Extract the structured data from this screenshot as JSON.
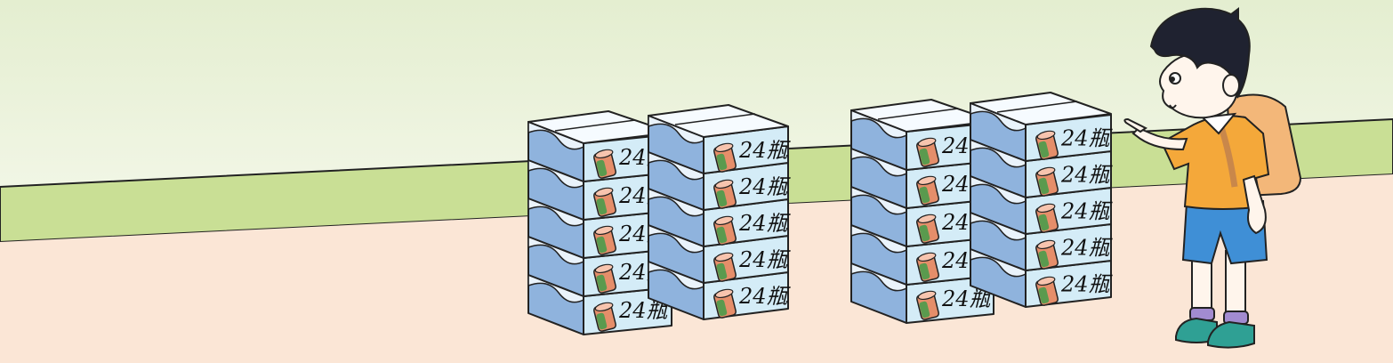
{
  "scene": {
    "description_kind": "illustration",
    "colors": {
      "sky_top": "#e9f1d9",
      "sky_bottom": "#f1f6e4",
      "grass": "#c9df95",
      "floor": "#fbe6d6",
      "box_top": "#f6fbff",
      "box_front": "#d4ecf7",
      "box_side": "#8fb3dd",
      "can_body": "#e58e6a",
      "can_band": "#5a9a4e",
      "shirt": "#f4a83a",
      "shorts": "#3f8fd6",
      "backpack": "#f3b779",
      "shoes": "#2fa094"
    },
    "box_label": "24瓶",
    "stacks": [
      {
        "name": "stack-1",
        "box_count": 5
      },
      {
        "name": "stack-2",
        "box_count": 5
      },
      {
        "name": "stack-3",
        "box_count": 5
      },
      {
        "name": "stack-4",
        "box_count": 5
      }
    ],
    "character": "boy-pointing"
  }
}
